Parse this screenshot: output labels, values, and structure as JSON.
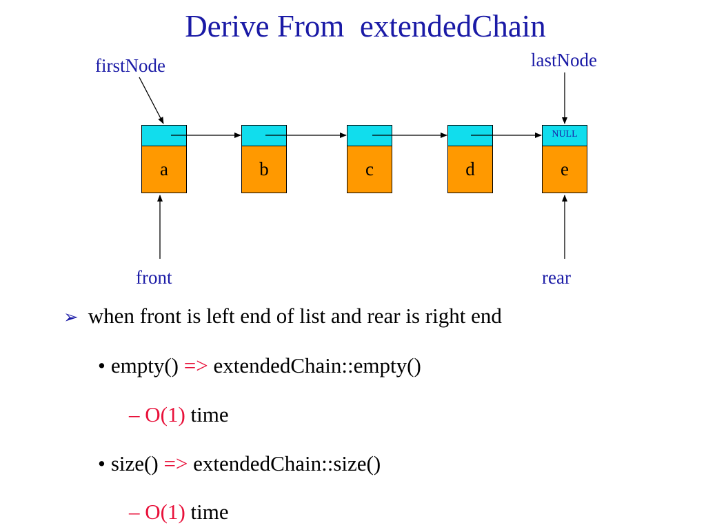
{
  "title": "Derive From  extendedChain",
  "labels": {
    "first_node": "firstNode",
    "last_node": "lastNode",
    "front": "front",
    "rear": "rear"
  },
  "nodes": [
    {
      "value": "a",
      "next": ""
    },
    {
      "value": "b",
      "next": ""
    },
    {
      "value": "c",
      "next": ""
    },
    {
      "value": "d",
      "next": ""
    },
    {
      "value": "e",
      "next": "NULL"
    }
  ],
  "colors": {
    "title": "#1a1aa6",
    "pointer_cell": "#11dded",
    "data_cell": "#ff9900",
    "highlight": "#e8113a"
  },
  "bullets": {
    "main": "when front is left end of list and rear is right end",
    "empty_fn": "empty()",
    "arrow": "=>",
    "empty_impl": "extendedChain::empty()",
    "dash": "–",
    "complexity": "O(1)",
    "time": "time",
    "size_fn": "size()",
    "size_impl": "extendedChain::size()"
  },
  "icons": {
    "bullet_marker": "arrowhead-bullet-icon"
  }
}
